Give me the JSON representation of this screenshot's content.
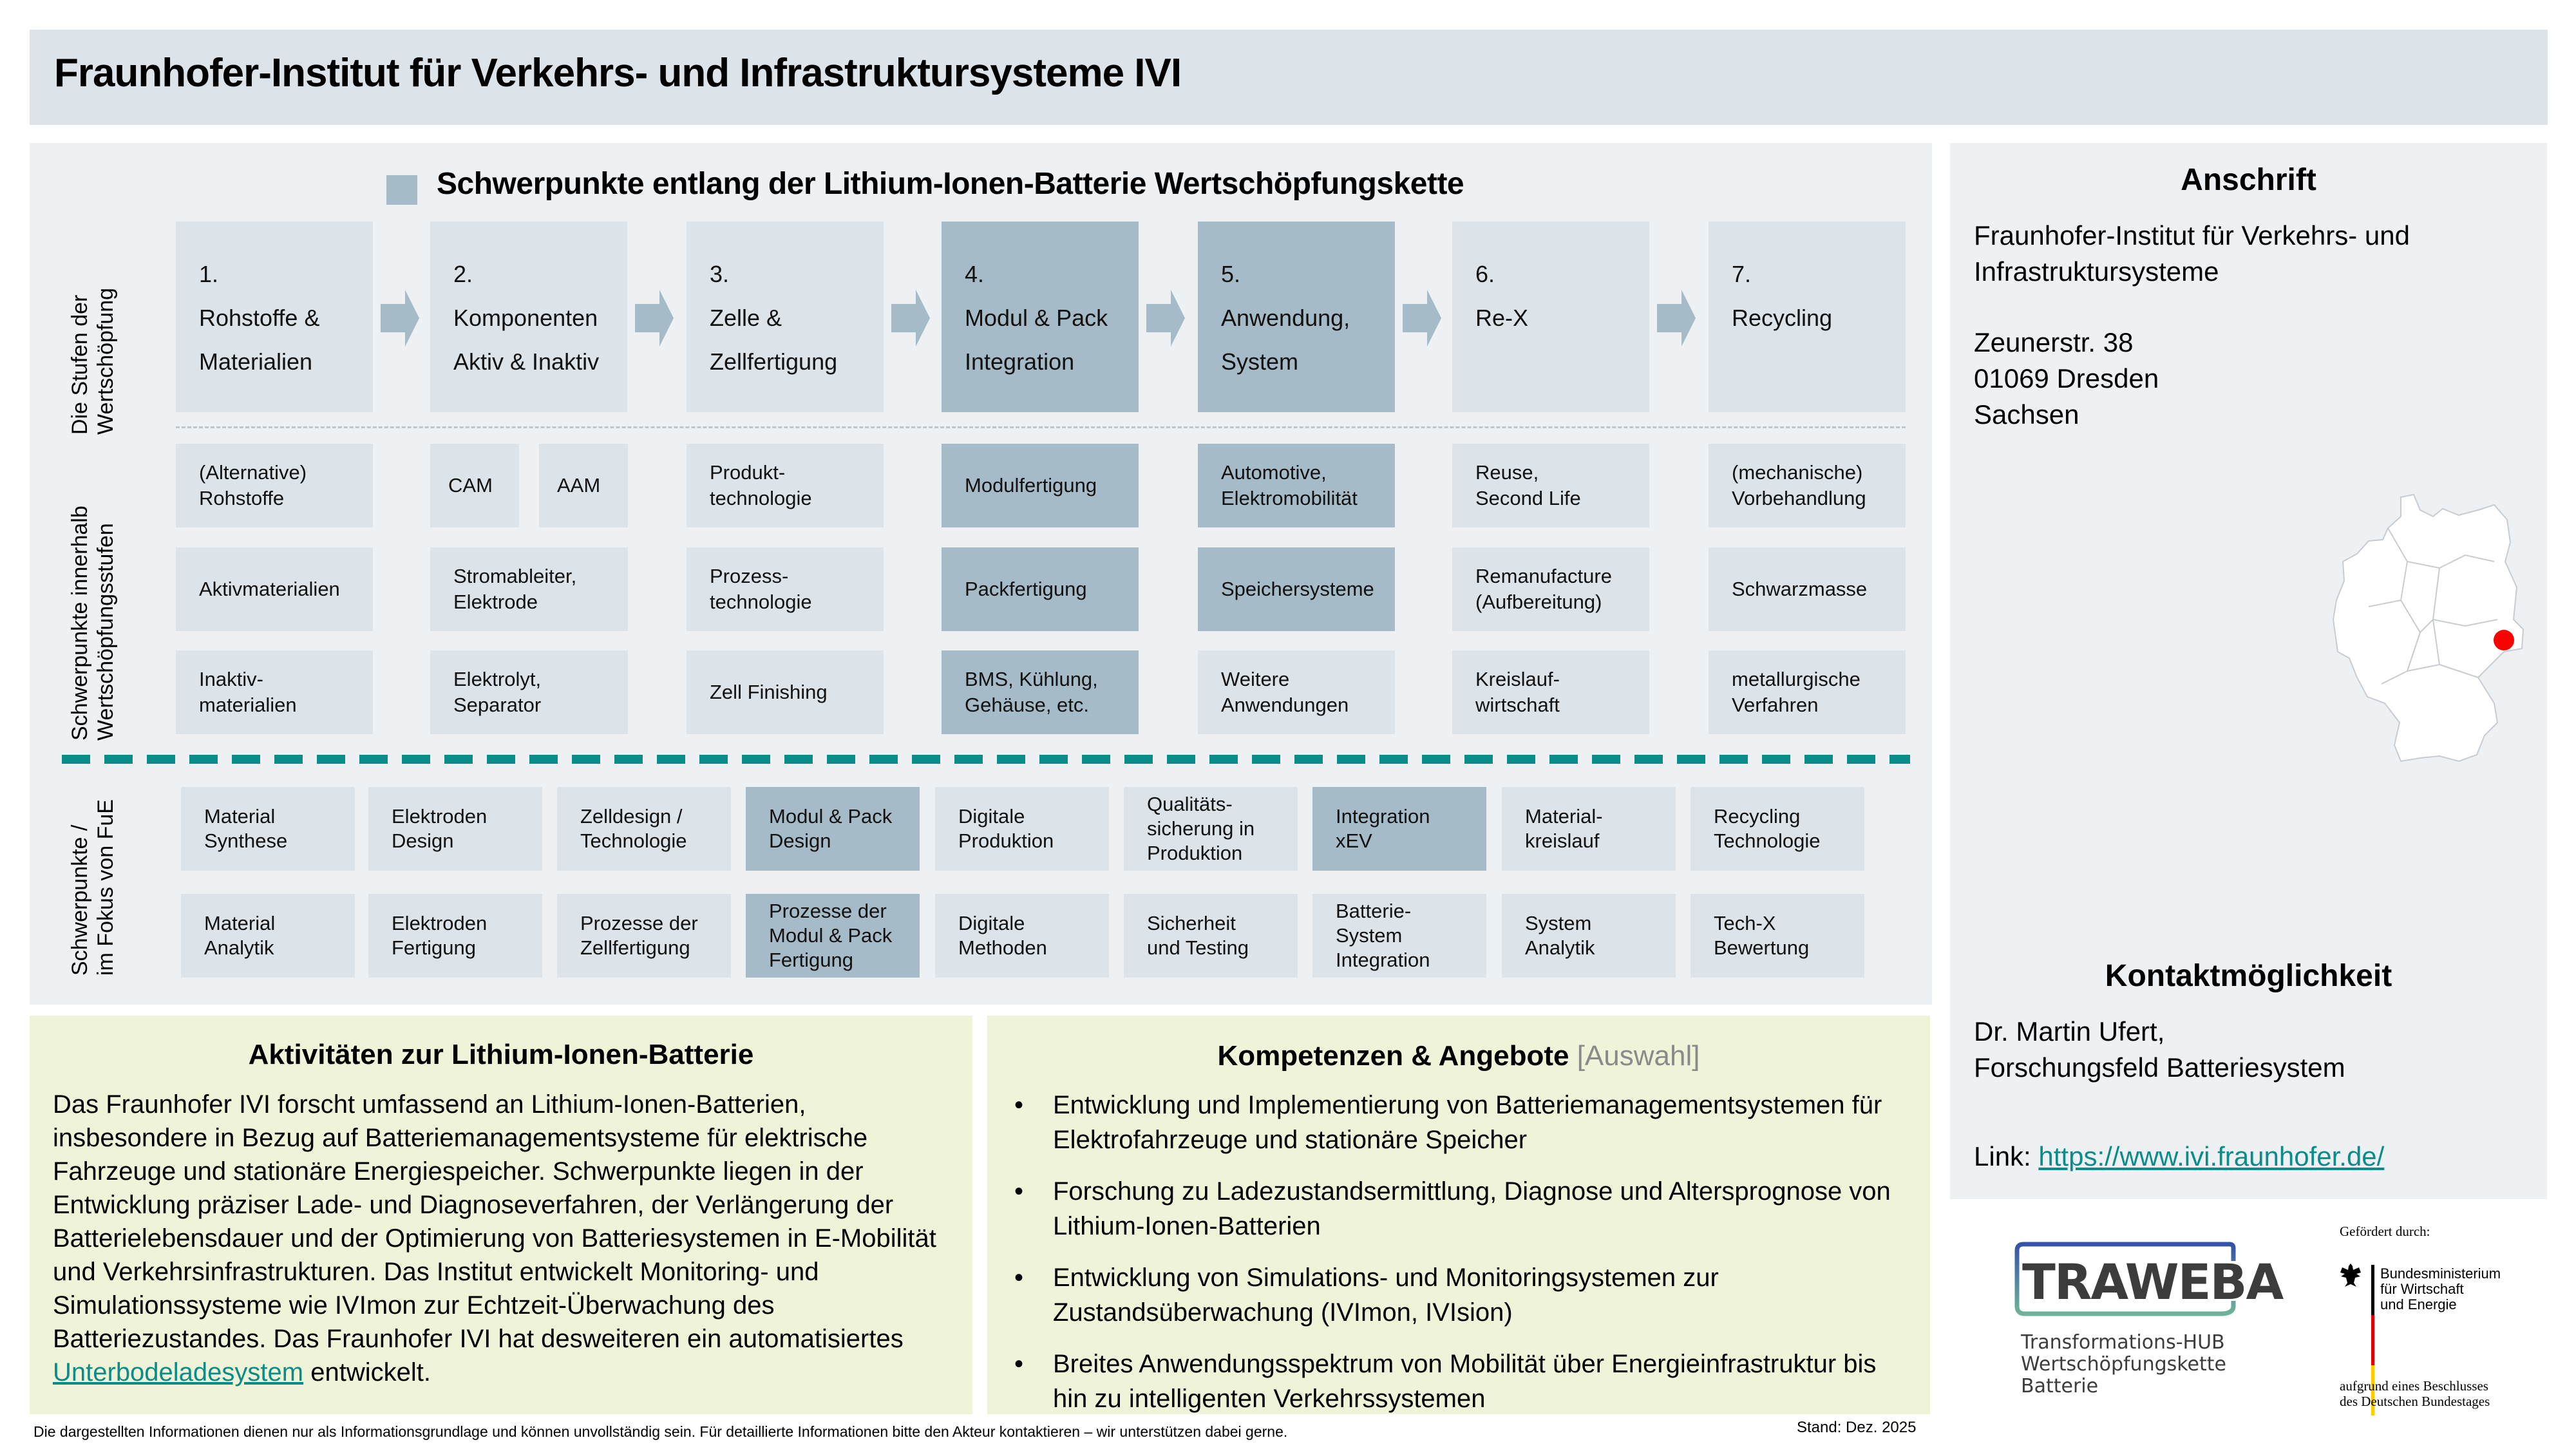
{
  "header": {
    "title": "Fraunhofer-Institut für Verkehrs- und Infrastruktursysteme IVI"
  },
  "value_chain": {
    "heading": "Schwerpunkte entlang der Lithium-Ionen-Batterie Wertschöpfungskette",
    "side_labels": {
      "stages": [
        "Die Stufen der",
        "Wertschöpfung"
      ],
      "focus": [
        "Schwerpunkte innerhalb",
        "Wertschöpfungsstufen"
      ],
      "fue": [
        "Schwerpunkte /",
        "im Fokus  von FuE"
      ]
    },
    "stages": [
      {
        "number": "1.",
        "line1": "Rohstoffe &",
        "line2": "Materialien",
        "highlighted": false
      },
      {
        "number": "2.",
        "line1": "Komponenten",
        "line2": "Aktiv & Inaktiv",
        "highlighted": false
      },
      {
        "number": "3.",
        "line1": "Zelle &",
        "line2": "Zellfertigung",
        "highlighted": false
      },
      {
        "number": "4.",
        "line1": "Modul & Pack",
        "line2": "Integration",
        "highlighted": true
      },
      {
        "number": "5.",
        "line1": "Anwendung,",
        "line2": "System",
        "highlighted": true
      },
      {
        "number": "6.",
        "line1": "Re-X",
        "line2": "",
        "highlighted": false
      },
      {
        "number": "7.",
        "line1": "Recycling",
        "line2": "",
        "highlighted": false
      }
    ],
    "focus_rows": [
      [
        "(Alternative)\nRohstoffe",
        "CAM",
        "AAM",
        "Produkt-\ntechnologie",
        "Modulfertigung",
        "Automotive,\nElektromobilität",
        "Reuse,\nSecond Life",
        "(mechanische)\nVorbehandlung"
      ],
      [
        "Aktivmaterialien",
        "Stromableiter,\nElektrode",
        "Prozess-\ntechnologie",
        "Packfertigung",
        "Speichersysteme",
        "Remanufacture\n(Aufbereitung)",
        "Schwarzmasse"
      ],
      [
        "Inaktiv-\nmaterialien",
        "Elektrolyt,\nSeparator",
        "Zell Finishing",
        "BMS, Kühlung,\nGehäuse, etc.",
        "Weitere\nAnwendungen",
        "Kreislauf-\nwirtschaft",
        "metallurgische\nVerfahren"
      ]
    ],
    "fue_rows": [
      [
        "Material\nSynthese",
        "Elektroden\nDesign",
        "Zelldesign /\nTechnologie",
        "Modul & Pack\nDesign",
        "Digitale\nProduktion",
        "Qualitäts-\nsicherung in\nProduktion",
        "Integration\nxEV",
        "Material-\nkreislauf",
        "Recycling\nTechnologie"
      ],
      [
        "Material\nAnalytik",
        "Elektroden\nFertigung",
        "Prozesse der\nZellfertigung",
        "Prozesse der\nModul & Pack\nFertigung",
        "Digitale\nMethoden",
        "Sicherheit\nund Testing",
        "Batterie-\nSystem\nIntegration",
        "System\nAnalytik",
        "Tech-X\nBewertung"
      ]
    ]
  },
  "activities": {
    "heading": "Aktivitäten zur Lithium-Ionen-Batterie",
    "text": "Das Fraunhofer IVI forscht umfassend an Lithium-Ionen-Batterien, insbesondere in Bezug auf Batteriemanagementsysteme für elektrische Fahrzeuge und stationäre Energiespeicher. Schwerpunkte liegen in der Entwicklung präziser Lade- und Diagnoseverfahren, der Verlängerung der Batterielebensdauer und der Optimierung von Batteriesystemen in E-Mobilität und Verkehrsinfrastrukturen. Das Institut entwickelt Monitoring- und Simulationssysteme wie IVImon zur Echtzeit-Überwachung des Batteriezustandes. Das Fraunhofer IVI hat desweiteren ein automatisiertes",
    "link_text": "Unterbodeladesystem",
    "text_end": " entwickelt."
  },
  "competences": {
    "heading": "Kompetenzen & Angebote",
    "heading_suffix": "[Auswahl]",
    "bullet": "•",
    "items": [
      "Entwicklung und Implementierung von Batteriemanagementsystemen für Elektrofahrzeuge und stationäre Speicher",
      "Forschung zu Ladezustandsermittlung, Diagnose und Altersprognose von Lithium-Ionen-Batterien",
      "Entwicklung von Simulations- und Monitoringsystemen zur Zustandsüberwachung (IVImon, IVIsion)",
      "Breites Anwendungsspektrum von Mobilität über Energieinfrastruktur bis hin zu intelligenten Verkehrssystemen"
    ]
  },
  "address": {
    "heading": "Anschrift",
    "institute": "Fraunhofer-Institut für Verkehrs- und\nInfrastruktursysteme",
    "street": "Zeunerstr.  38",
    "city": "01069 Dresden",
    "state": "Sachsen",
    "map_marker_color": "#ff0000"
  },
  "contact": {
    "heading": "Kontaktmöglichkeit",
    "person": "Dr. Martin Ufert,",
    "department": "Forschungsfeld Batteriesystem",
    "link_label": "Link: ",
    "link_url": "https://www.ivi.fraunhofer.de/"
  },
  "logos": {
    "traweba_word": "TRAWEBA",
    "traweba_sub": "Transformations-HUB\nWertschöpfungskette\nBatterie",
    "funded_by": "Gefördert durch:",
    "ministry": "Bundesministerium\nfür Wirtschaft\nund Energie",
    "resolution": "aufgrund eines Beschlusses\ndes Deutschen Bundestages"
  },
  "footer": {
    "disclaimer": "Die dargestellten Informationen dienen nur als Informationsgrundlage und können unvollständig sein. Für detaillierte Informationen bitte den Akteur kontaktieren – wir unterstützen dabei gerne.",
    "stand": "Stand: Dez. 2025"
  },
  "colors": {
    "header_bg": "#dce3e9",
    "panel_bg": "#edf1f4",
    "box": "#dce3e9",
    "box_highlight": "#a6bbc8",
    "teal": "#0b8c89",
    "green_panel": "#eff4d9"
  }
}
